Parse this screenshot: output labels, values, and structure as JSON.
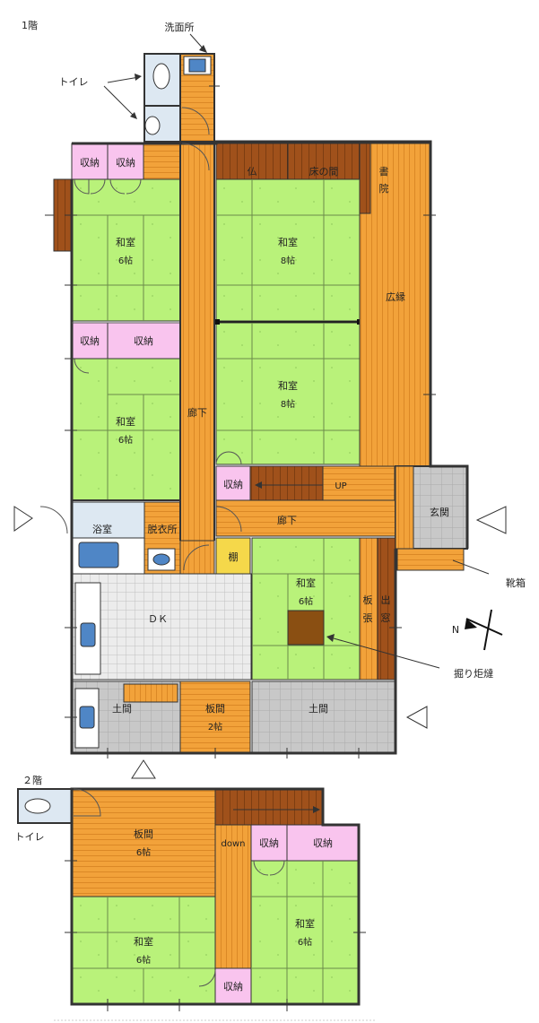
{
  "floors": {
    "first": "1階",
    "second": "２階"
  },
  "rooms": {
    "senmenjo": "洗面所",
    "toilet_callout": "トイレ",
    "shuno": "収納",
    "washitsu": "和室",
    "jo6": "6帖",
    "jo8": "8帖",
    "jo2": "2帖",
    "butsu": "仏",
    "tokonoma": "床の間",
    "shoin": "書院",
    "hiroen": "広縁",
    "roka": "廊下",
    "up": "UP",
    "yokushitsu": "浴室",
    "datsuijo": "脱衣所",
    "genkan": "玄関",
    "kutsubako": "靴箱",
    "tana": "棚",
    "itabari": "板張",
    "demado": "出窓",
    "horigotatsu": "掘り炬燵",
    "dk": "ＤＫ",
    "doma": "土間",
    "itanoma": "板間",
    "toilet2": "トイレ",
    "down": "down"
  },
  "compass": "N"
}
